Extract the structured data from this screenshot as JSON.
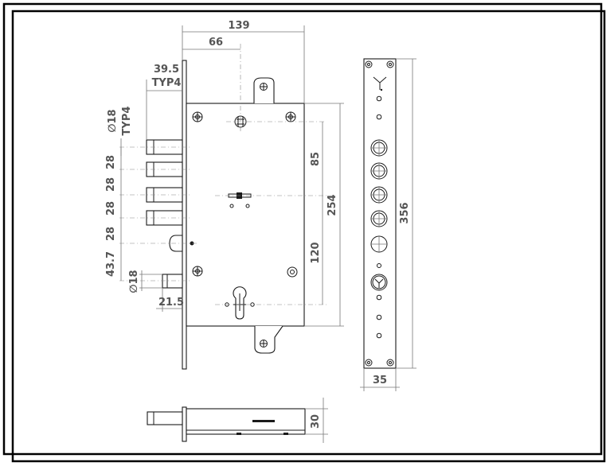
{
  "drawing": {
    "dimensions": {
      "overall_width": "139",
      "cylinder_offset": "66",
      "bolt_projection": "39.5",
      "bolt_projection_note": "TYP4",
      "bolt_diameter": "∅18",
      "bolt_diameter_note": "TYP4",
      "bolt_pitch_1": "28",
      "bolt_pitch_2": "28",
      "bolt_pitch_3": "28",
      "bolt_pitch_4": "28",
      "latch_offset": "43.7",
      "deadbolt_diameter": "∅18",
      "deadbolt_projection": "21.5",
      "upper_center": "85",
      "lower_center": "120",
      "case_height": "254",
      "faceplate_height": "356",
      "faceplate_width": "35",
      "case_depth": "30"
    },
    "colors": {
      "line": "#1a1a1a",
      "dimension": "#555555",
      "frame": "#000000"
    }
  }
}
